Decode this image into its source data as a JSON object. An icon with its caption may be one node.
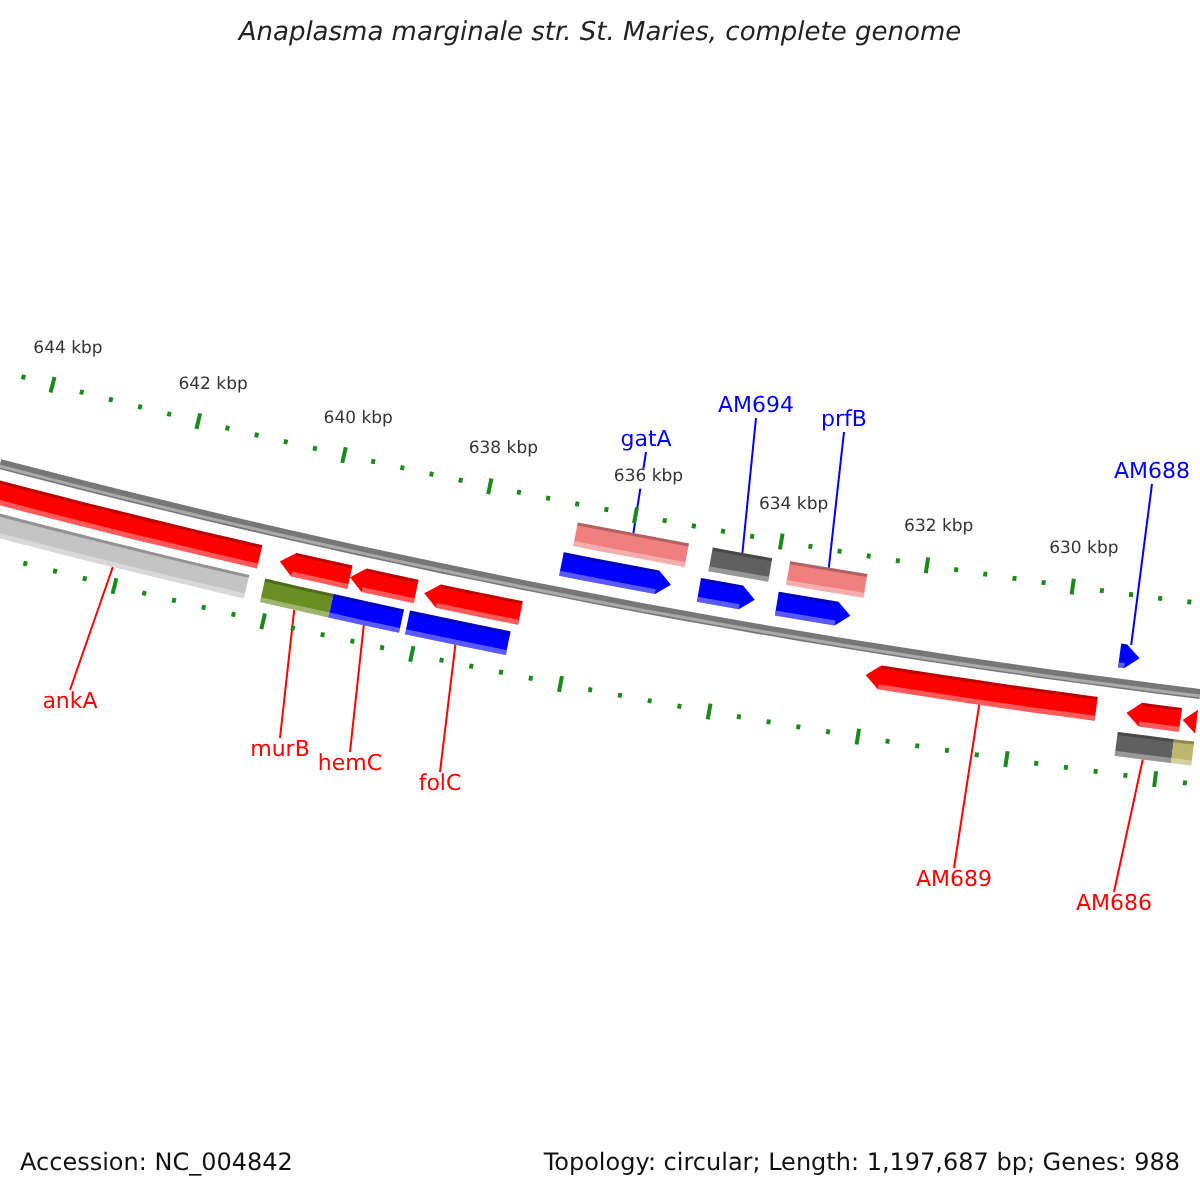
{
  "diagram": {
    "title": "Anaplasma marginale str. St. Maries, complete genome",
    "nodes": [
      {
        "text": [
          "gatA"
        ]
      },
      {
        "text": [
          "AM694"
        ]
      },
      {
        "text": [
          "prfB"
        ]
      },
      {
        "text": [
          "AM688"
        ]
      },
      {
        "text": [
          "ankA"
        ]
      },
      {
        "text": [
          "murB"
        ]
      },
      {
        "text": [
          "hemC"
        ]
      },
      {
        "text": [
          "folC"
        ]
      },
      {
        "text": [
          "AM689"
        ]
      },
      {
        "text": [
          "AM686"
        ]
      },
      {
        "text": [],
        "shape": "bar"
      },
      {
        "text": [],
        "shape": "bar"
      },
      {
        "text": [],
        "shape": "bar"
      },
      {
        "text": [],
        "shape": "bar"
      },
      {
        "text": [],
        "shape": "bar"
      },
      {
        "text": [],
        "shape": "bar"
      },
      {
        "text": [],
        "shape": "bar"
      },
      {
        "text": [],
        "shape": "bar"
      },
      {
        "text": [],
        "shape": "bar"
      },
      {
        "text": [],
        "shape": "bar"
      },
      {
        "text": [],
        "shape": "bar"
      },
      {
        "text": [],
        "shape": "bar"
      },
      {
        "text": [],
        "shape": "bar"
      },
      {
        "text": [],
        "shape": "bar"
      },
      {
        "text": [],
        "shape": "bar"
      },
      {
        "text": [],
        "shape": "bar"
      },
      {
        "text": [],
        "shape": "bar"
      },
      {
        "text": [],
        "shape": "bar"
      },
      {
        "text": [],
        "shape": "bar"
      },
      {
        "text": [],
        "shape": "bar"
      }
    ],
    "edges": [
      {
        "from": 0,
        "to": 19,
        "arrow": "none",
        "color": "#0000ff"
      },
      {
        "from": 1,
        "to": 21,
        "arrow": "none",
        "color": "#0000ff"
      },
      {
        "from": 2,
        "to": 23,
        "arrow": "none",
        "color": "#0000ff"
      },
      {
        "from": 3,
        "to": 25,
        "arrow": "none",
        "color": "#0000ff"
      },
      {
        "from": 4,
        "to": 11,
        "arrow": "none"
      },
      {
        "from": 5,
        "to": 12,
        "arrow": "none"
      },
      {
        "from": 6,
        "to": 14,
        "arrow": "none"
      },
      {
        "from": 7,
        "to": 16,
        "arrow": "none"
      },
      {
        "from": 8,
        "to": 24,
        "arrow": "none"
      },
      {
        "from": 9,
        "to": 26,
        "arrow": "none"
      }
    ],
    "labels": [
      "644 kbp",
      "642 kbp",
      "640 kbp",
      "638 kbp",
      "636 kbp",
      "634 kbp",
      "632 kbp",
      "630 kbp",
      "Accession: NC_004842",
      "Topology: circular; Length: 1,197,687 bp; Genes: 988"
    ]
  }
}
